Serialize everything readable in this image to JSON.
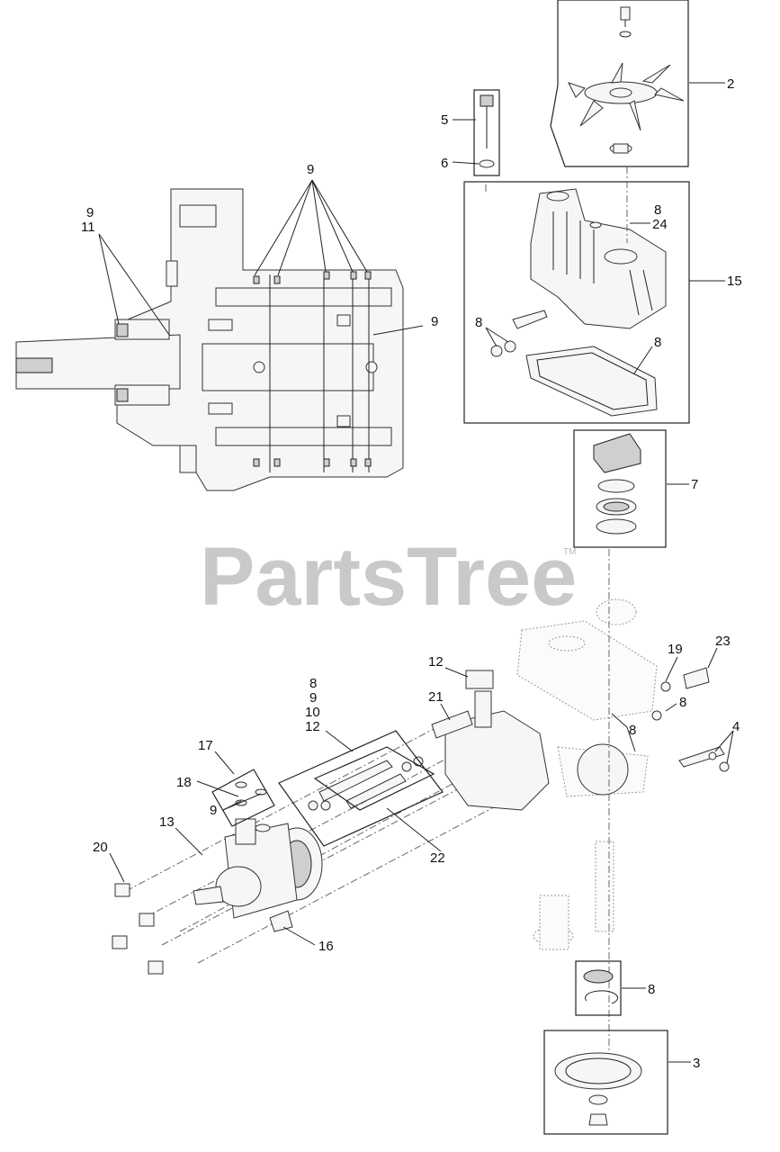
{
  "watermark": {
    "text": "PartsTree",
    "tm": "TM"
  },
  "callouts": [
    {
      "id": "c2",
      "text": "2"
    },
    {
      "id": "c5",
      "text": "5"
    },
    {
      "id": "c6",
      "text": "6"
    },
    {
      "id": "c9a",
      "text": "9"
    },
    {
      "id": "c9b",
      "text": "9"
    },
    {
      "id": "c11",
      "text": "11"
    },
    {
      "id": "c8a",
      "text": "8"
    },
    {
      "id": "c24",
      "text": "24"
    },
    {
      "id": "c15",
      "text": "15"
    },
    {
      "id": "c9c",
      "text": "9"
    },
    {
      "id": "c8b",
      "text": "8"
    },
    {
      "id": "c8c",
      "text": "8"
    },
    {
      "id": "c7",
      "text": "7"
    },
    {
      "id": "c19",
      "text": "19"
    },
    {
      "id": "c23",
      "text": "23"
    },
    {
      "id": "c12a",
      "text": "12"
    },
    {
      "id": "c8d",
      "text": "8"
    },
    {
      "id": "c9d",
      "text": "9"
    },
    {
      "id": "c10",
      "text": "10"
    },
    {
      "id": "c12b",
      "text": "12"
    },
    {
      "id": "c21",
      "text": "21"
    },
    {
      "id": "c8e",
      "text": "8"
    },
    {
      "id": "c8f",
      "text": "8"
    },
    {
      "id": "c4",
      "text": "4"
    },
    {
      "id": "c17",
      "text": "17"
    },
    {
      "id": "c18",
      "text": "18"
    },
    {
      "id": "c9e",
      "text": "9"
    },
    {
      "id": "c13",
      "text": "13"
    },
    {
      "id": "c22",
      "text": "22"
    },
    {
      "id": "c20",
      "text": "20"
    },
    {
      "id": "c16",
      "text": "16"
    },
    {
      "id": "c8g",
      "text": "8"
    },
    {
      "id": "c3",
      "text": "3"
    }
  ]
}
